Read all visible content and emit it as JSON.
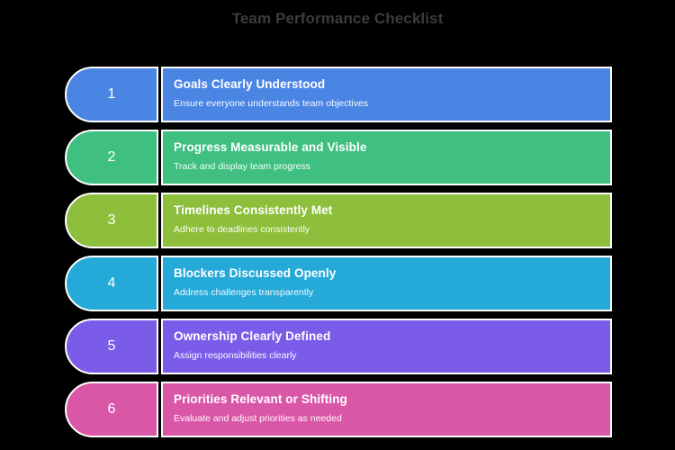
{
  "page": {
    "title": "Team Performance Checklist",
    "background_color": "#000000",
    "title_color": "#3c3c3c"
  },
  "checklist": {
    "items": [
      {
        "number": "1",
        "title": "Goals Clearly Understood",
        "subtitle": "Ensure everyone understands team objectives",
        "color": "#4a85e4"
      },
      {
        "number": "2",
        "title": "Progress Measurable and Visible",
        "subtitle": "Track and display team progress",
        "color": "#3fc081"
      },
      {
        "number": "3",
        "title": "Timelines Consistently Met",
        "subtitle": "Adhere to deadlines consistently",
        "color": "#8dbf3c"
      },
      {
        "number": "4",
        "title": "Blockers Discussed Openly",
        "subtitle": "Address challenges transparently",
        "color": "#25a9d8"
      },
      {
        "number": "5",
        "title": "Ownership Clearly Defined",
        "subtitle": "Assign responsibilities clearly",
        "color": "#7b5ce8"
      },
      {
        "number": "6",
        "title": "Priorities Relevant or Shifting",
        "subtitle": "Evaluate and adjust priorities as needed",
        "color": "#da57a8"
      }
    ]
  }
}
